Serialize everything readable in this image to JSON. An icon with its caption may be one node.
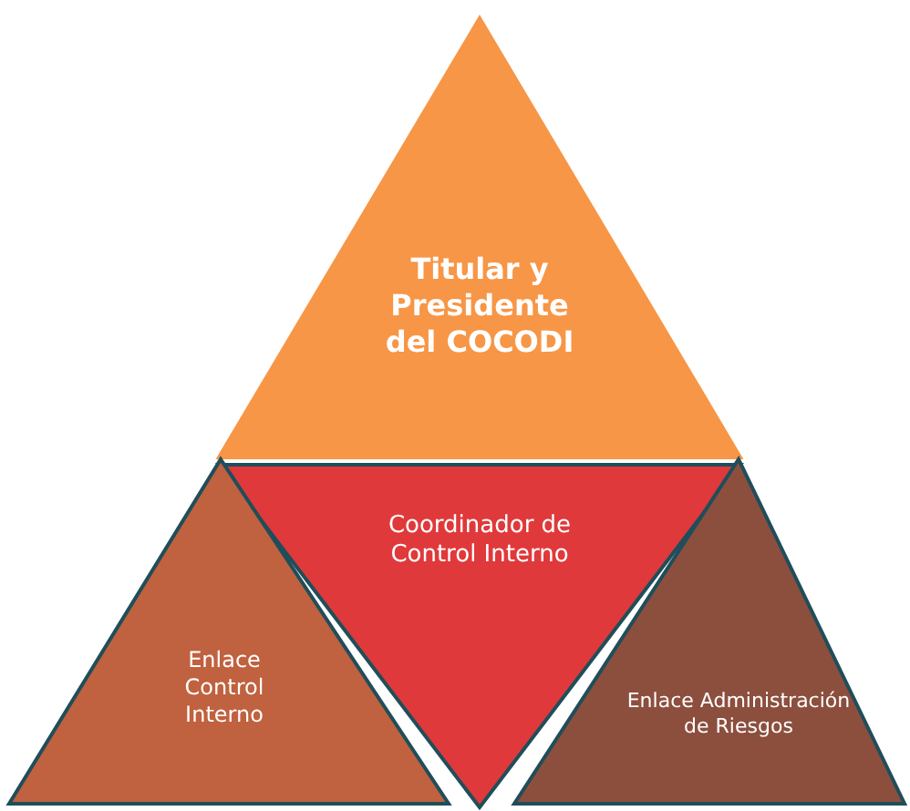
{
  "diagram": {
    "nodes": [
      {
        "text": [
          "Titular y Presidente del COCODI"
        ]
      },
      {
        "text": [
          "Coordinador de Control Interno"
        ]
      },
      {
        "text": [
          "Enlace Control Interno"
        ]
      },
      {
        "text": [
          "Enlace Administración de Riesgos"
        ]
      }
    ]
  }
}
